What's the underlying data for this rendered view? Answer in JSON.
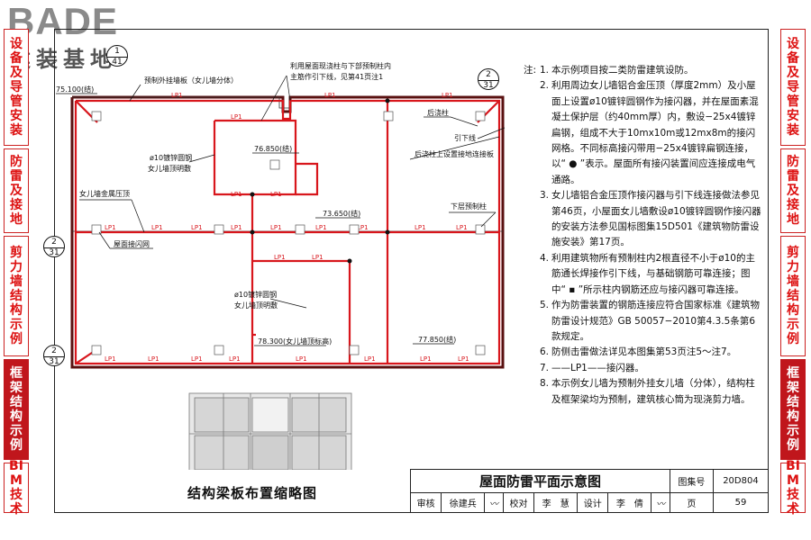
{
  "logo": {
    "brand": "BADE",
    "name": "建装基地"
  },
  "side_tabs": [
    {
      "label": "设备及导管安装",
      "active": false
    },
    {
      "label": "防雷及接地",
      "active": false
    },
    {
      "label": "剪力墙结构示例",
      "active": false
    },
    {
      "label": "框架结构示例",
      "active": true
    },
    {
      "label": "BIM技术",
      "active": false
    }
  ],
  "plan": {
    "elev_75100": "75.100(结)",
    "elev_76850": "76.850(结)",
    "elev_73650": "73.650(结)",
    "elev_78300": "78.300(女儿墙顶标高)",
    "elev_77850": "77.850(结)",
    "lp": "LP1",
    "lbl_precast_wall": "预制外挂墙板（女儿墙分体）",
    "lbl_cast_col_1": "利用屋面现浇柱与下部预制柱内",
    "lbl_cast_col_2": "主筋作引下线，见第41页注1",
    "lbl_steel_a1": "ø10镀锌圆钢",
    "lbl_steel_a2": "女儿墙顶明敷",
    "lbl_steel_b1": "ø10镀锌圆钢",
    "lbl_steel_b2": "女儿墙顶明敷",
    "lbl_post_col": "后浇柱",
    "lbl_down": "引下线",
    "lbl_post_conn": "后浇柱上设置接地连接板",
    "lbl_parapet_cap": "女儿墙金属压顶",
    "lbl_precast_col": "下层预制柱",
    "lbl_roof_net": "屋面接闪网",
    "ref_41": {
      "top": "1",
      "bottom": "41"
    },
    "ref_31": {
      "top": "2",
      "bottom": "31"
    }
  },
  "thumb_caption": "结构梁板布置缩略图",
  "notes": {
    "prefix": "注:",
    "items": [
      {
        "num": "1.",
        "text": "本示例项目按二类防雷建筑设防。"
      },
      {
        "num": "2.",
        "text": "利用周边女儿墙铝合金压顶（厚度2mm）及小屋面上设置ø10镀锌圆钢作为接闪器，并在屋面素混凝土保护层（约40mm厚）内，敷设−25x4镀锌扁钢，组成不大于10mx10m或12mx8m的接闪网格。不同标高接闪带用−25x4镀锌扁钢连接，以“ ● ”表示。屋面所有接闪装置间应连接成电气通路。"
      },
      {
        "num": "3.",
        "text": "女儿墙铝合金压顶作接闪器与引下线连接做法参见第46页，小屋面女儿墙敷设ø10镀锌圆钢作接闪器的安装方法参见国标图集15D501《建筑物防雷设施安装》第17页。"
      },
      {
        "num": "4.",
        "text": "利用建筑物所有预制柱内2根直径不小于ø10的主筋通长焊接作引下线，与基础钢筋可靠连接；图中“ ▪ ”所示柱内钢筋还应与接闪器可靠连接。"
      },
      {
        "num": "5.",
        "text": "作为防雷装置的钢筋连接应符合国家标准《建筑物防雷设计规范》GB 50057−2010第4.3.5条第6款规定。"
      },
      {
        "num": "6.",
        "text": "防侧击雷做法详见本图集第53页注5～注7。"
      },
      {
        "num": "7.",
        "text": "——LP1——接闪器。"
      },
      {
        "num": "8.",
        "text": "本示例女儿墙为预制外挂女儿墙（分体），结构柱及框架梁均为预制，建筑核心筒为现浇剪力墙。"
      }
    ]
  },
  "title_block": {
    "title": "屋面防雷平面示意图",
    "atlas_label": "图集号",
    "atlas_no": "20D804",
    "review": "审核",
    "reviewer": "徐建兵",
    "check": "校对",
    "checker": "李　慧",
    "design": "设计",
    "designer": "李　倩",
    "page_label": "页",
    "page_no": "59"
  },
  "colors": {
    "lightning": "#d8161c",
    "frame": "#222222",
    "tab_red": "#c0161c",
    "tab_text": "#d11111",
    "logo_gray": "#8a8a8a"
  }
}
